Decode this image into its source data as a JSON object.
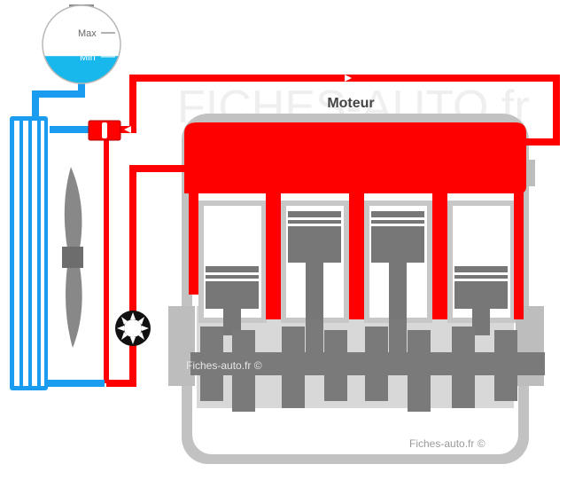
{
  "tank": {
    "max_label": "Max",
    "min_label": "Min",
    "level_fraction": 0.35
  },
  "engine": {
    "label": "Moteur"
  },
  "watermarks": {
    "background": "FICHES-AUTO.fr",
    "middle": "Fiches-auto.fr ©",
    "bottom": "Fiches-auto.fr ©"
  },
  "colors": {
    "hot_coolant": "#ff0000",
    "cold_coolant": "#1a9cf0",
    "tank_water": "#18b8ec",
    "engine_block": "#b4b4b4",
    "engine_parts": "#7a7a7a"
  }
}
